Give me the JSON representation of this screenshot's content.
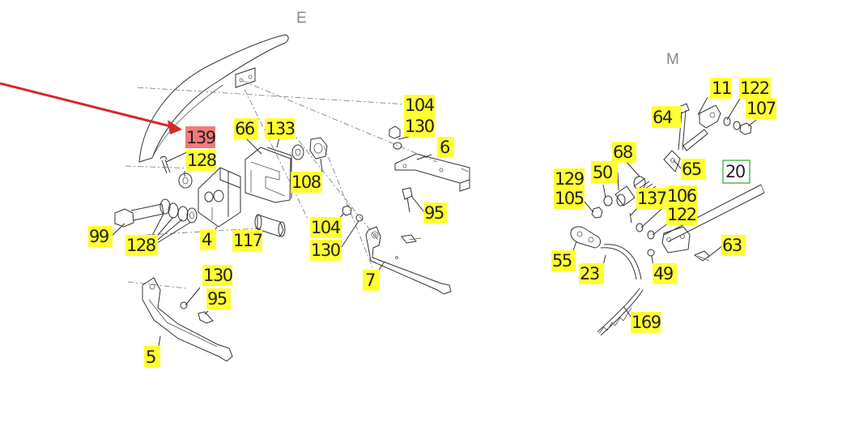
{
  "sections": {
    "left": "E",
    "right": "M"
  },
  "colors": {
    "label_highlight": "#ffff33",
    "selected_highlight": "#f07a7a",
    "outlined_label_border": "#22aa22",
    "arrow": "#d42a2a",
    "line": "#333333"
  },
  "labels": {
    "l139": "139",
    "l128a": "128",
    "l66": "66",
    "l133": "133",
    "l108": "108",
    "l104a": "104",
    "l130a": "130",
    "l6": "6",
    "l95a": "95",
    "l99": "99",
    "l128b": "128",
    "l4": "4",
    "l117": "117",
    "l104b": "104",
    "l130b": "130",
    "l7": "7",
    "l130c": "130",
    "l95b": "95",
    "l5": "5",
    "l11": "11",
    "l122a": "122",
    "l107": "107",
    "l64": "64",
    "l68": "68",
    "l65": "65",
    "l20": "20",
    "l129": "129",
    "l50": "50",
    "l105": "105",
    "l137": "137",
    "l106": "106",
    "l122b": "122",
    "l63": "63",
    "l55": "55",
    "l23": "23",
    "l49": "49",
    "l169": "169"
  },
  "selected_part": "139",
  "pointer": "red-arrow-pointing-to-139"
}
